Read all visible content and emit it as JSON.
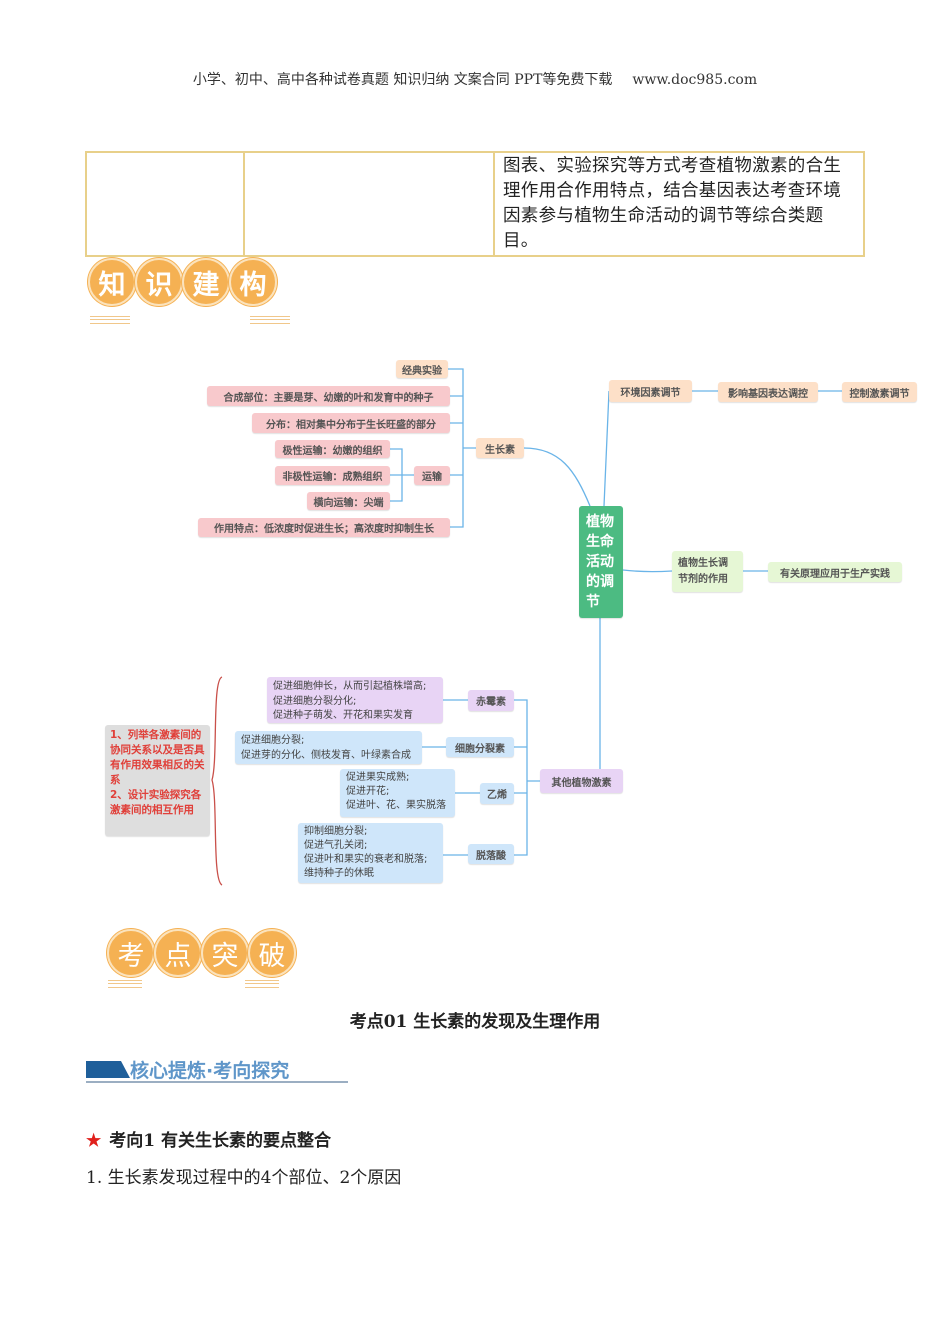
{
  "header": {
    "left": "小学、初中、高中各种试卷真题  知识归纳  文案合同  PPT等免费下载",
    "right": "www.doc985.com"
  },
  "table": {
    "cell3": "图表、实验探究等方式考查植物激素的合生理作用合作用特点，结合基因表达考查环境因素参与植物生命活动的调节等综合类题目。"
  },
  "badge1": [
    "知",
    "识",
    "建",
    "构"
  ],
  "badge2": [
    "考",
    "点",
    "突",
    "破"
  ],
  "mindmap": {
    "center": "植物生命活动的调节",
    "auxin": {
      "label": "生长素",
      "classic": "经典实验",
      "synthesis": "合成部位：主要是芽、幼嫩的叶和发育中的种子",
      "distribution": "分布：相对集中分布于生长旺盛的部分",
      "transport": "运输",
      "polar": "极性运输：幼嫩的组织",
      "nonpolar": "非极性运输：成熟组织",
      "lateral": "横向运输：尖端",
      "feature": "作用特点：低浓度时促进生长；高浓度时抑制生长"
    },
    "env": {
      "label": "环境因素调节",
      "gene": "影响基因表达调控",
      "hormone": "控制激素调节"
    },
    "regulator": {
      "label": "植物生长调节剂的作用",
      "application": "有关原理应用于生产实践"
    },
    "others": {
      "label": "其他植物激素",
      "gibberellin": {
        "label": "赤霉素",
        "effects": [
          "促进细胞伸长，从而引起植株增高;",
          "促进细胞分裂分化;",
          "促进种子萌发、开花和果实发育"
        ]
      },
      "cytokinin": {
        "label": "细胞分裂素",
        "effects": [
          "促进细胞分裂;",
          "促进芽的分化、侧枝发育、叶绿素合成"
        ]
      },
      "ethylene": {
        "label": "乙烯",
        "effects": [
          "促进果实成熟;",
          "促进开花;",
          "促进叶、花、果实脱落"
        ]
      },
      "aba": {
        "label": "脱落酸",
        "effects": [
          "抑制细胞分裂;",
          "促进气孔关闭;",
          "促进叶和果实的衰老和脱落;",
          "维持种子的休眠"
        ]
      }
    },
    "note": [
      "1、列举各激素间的协同关系以及是否具有作用效果相反的关系",
      "2、设计实验探究各激素间的相互作用"
    ]
  },
  "section_title": "考点01    生长素的发现及生理作用",
  "banner": "核心提炼·考向探究",
  "subsection": {
    "star": "★",
    "text": "考向1  有关生长素的要点整合"
  },
  "paragraph": "1.  生长素发现过程中的4个部位、2个原因"
}
